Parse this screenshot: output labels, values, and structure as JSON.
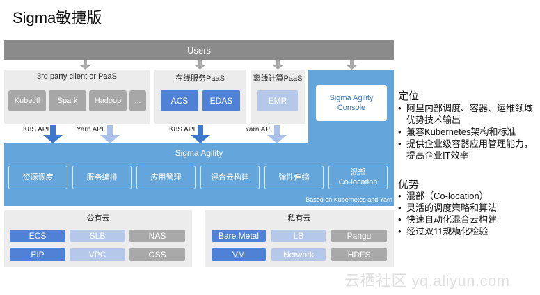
{
  "title": "Sigma敏捷版",
  "users": "Users",
  "third_party": {
    "title": "3rd party client or PaaS",
    "items": [
      "Kubectl",
      "Spark",
      "Hadoop",
      "..."
    ]
  },
  "online_paas": {
    "title": "在线服务PaaS",
    "items": [
      "ACS",
      "EDAS"
    ]
  },
  "offline_paas": {
    "title": "离线计算PaaS",
    "items": [
      "EMR"
    ]
  },
  "console": {
    "line1": "Sigma Agility",
    "line2": "Console"
  },
  "apis": [
    "K8S API",
    "Yarn API",
    "K8S API",
    "Yarn API"
  ],
  "agility": {
    "title": "Sigma Agility",
    "modules": [
      {
        "l1": "资源调度",
        "l2": ""
      },
      {
        "l1": "服务编排",
        "l2": ""
      },
      {
        "l1": "应用管理",
        "l2": ""
      },
      {
        "l1": "混合云构建",
        "l2": ""
      },
      {
        "l1": "弹性伸缩",
        "l2": ""
      },
      {
        "l1": "混部",
        "l2": "Co-location"
      }
    ],
    "based_on": "Based on Kubernetes and Yarn"
  },
  "public_cloud": {
    "title": "公有云",
    "row1": [
      "ECS",
      "SLB",
      "NAS"
    ],
    "row2": [
      "EIP",
      "VPC",
      "OSS"
    ]
  },
  "private_cloud": {
    "title": "私有云",
    "row1": [
      "Bare Metal",
      "LB",
      "Pangu"
    ],
    "row2": [
      "VM",
      "Network",
      "HDFS"
    ]
  },
  "positioning": {
    "heading": "定位",
    "items": [
      "阿里内部调度、容器、运维领域优势技术输出",
      "兼容Kubernetes架构和标准",
      "提供企业级容器应用管理能力，提高企业IT效率"
    ]
  },
  "advantages": {
    "heading": "优势",
    "items": [
      "混部（Co-location）",
      "灵活的调度策略和算法",
      "快速自动化混合云构建",
      "经过双11规模化检验"
    ]
  },
  "watermark": "云栖社区 yq.aliyun.com",
  "colors": {
    "blue": "#4f82d6",
    "light_blue": "#b6c8ea",
    "agility_blue": "#64a6dc",
    "grey": "#a9a9a9"
  }
}
